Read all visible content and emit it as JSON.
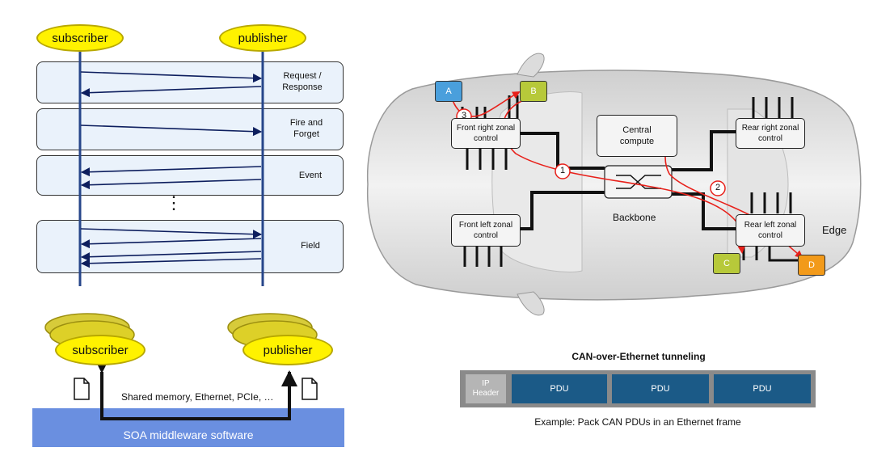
{
  "sequence": {
    "subscriber_label": "subscriber",
    "publisher_label": "publisher",
    "patterns": [
      "Request / Response",
      "Fire and Forget",
      "Event",
      "Field"
    ],
    "ellipsis": "⋮"
  },
  "middleware": {
    "subscriber_label": "subscriber",
    "publisher_label": "publisher",
    "transport_label": "Shared memory, Ethernet, PCIe, …",
    "software_label": "SOA middleware software"
  },
  "vehicle": {
    "zones": {
      "front_right": "Front right zonal control",
      "front_left": "Front left zonal control",
      "rear_right": "Rear right zonal control",
      "rear_left": "Rear left zonal control",
      "central": "Central compute"
    },
    "backbone_label": "Backbone",
    "edge_label": "Edge",
    "edge_nodes": [
      {
        "label": "A",
        "color": "#4a9fdc"
      },
      {
        "label": "B",
        "color": "#b7c93a"
      },
      {
        "label": "C",
        "color": "#b7c93a"
      },
      {
        "label": "D",
        "color": "#f29a1a"
      }
    ],
    "path_markers": [
      "1",
      "2",
      "3"
    ],
    "path_color": "#e8201a"
  },
  "tunneling": {
    "title": "CAN-over-Ethernet tunneling",
    "header_label": "IP Header",
    "pdu_labels": [
      "PDU",
      "PDU",
      "PDU"
    ],
    "caption": "Example: Pack CAN PDUs in an Ethernet frame"
  }
}
